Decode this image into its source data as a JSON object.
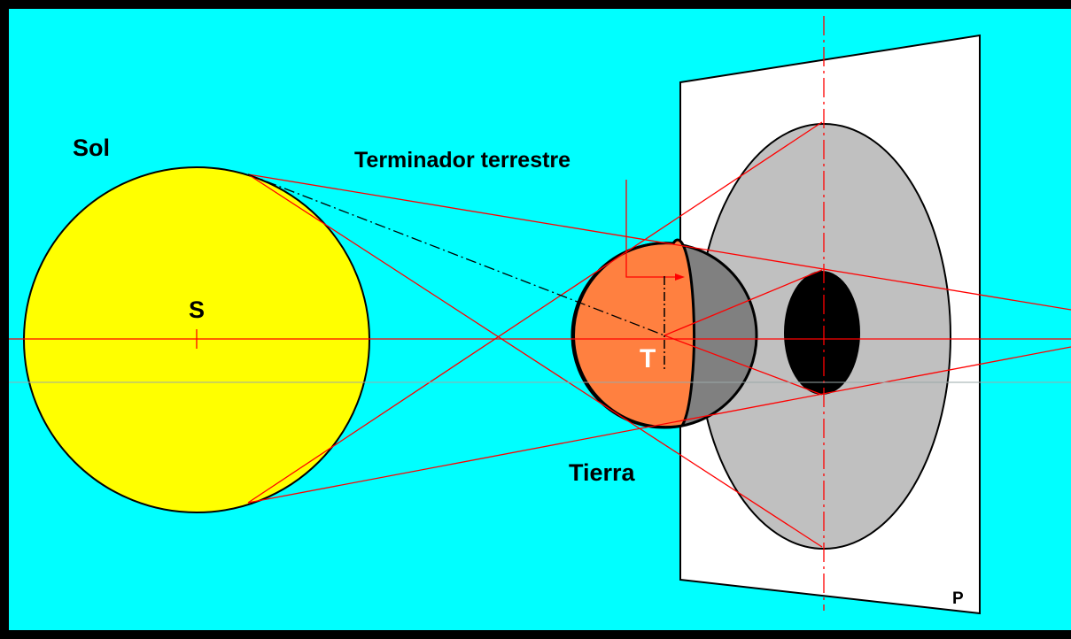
{
  "labels": {
    "sun": "Sol",
    "sun_center": "S",
    "terminator": "Terminador terrestre",
    "earth_center": "T",
    "earth": "Tierra",
    "plane": "P"
  },
  "colors": {
    "border": "#000000",
    "background": "#00FFFF",
    "sun": "#FFFF00",
    "earth_lit": "#FF8040",
    "earth_dark": "#808080",
    "penumbra": "#C0C0C0",
    "umbra": "#000000",
    "plane": "#FFFFFF",
    "lines": "#FF0000"
  }
}
